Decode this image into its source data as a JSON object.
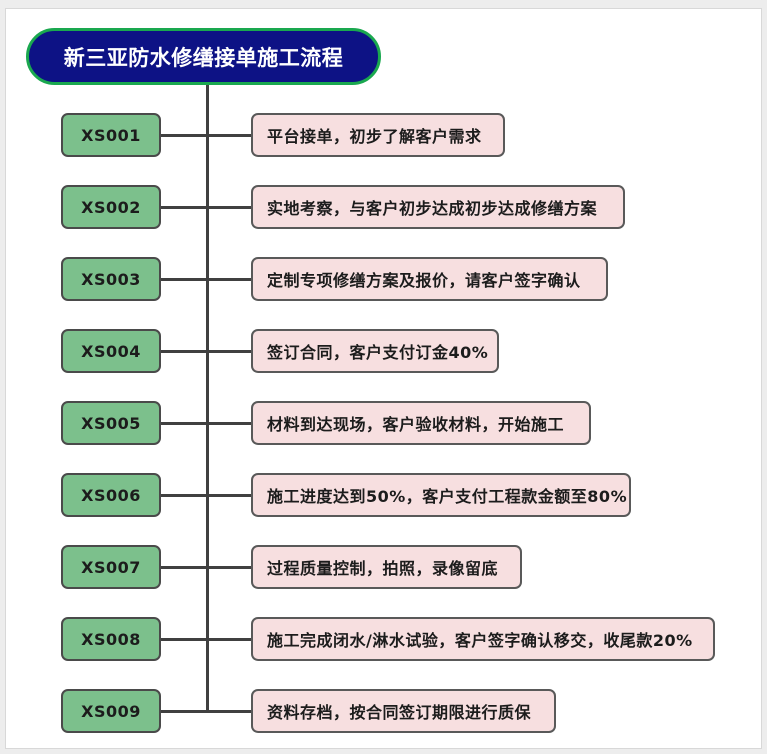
{
  "diagram": {
    "title": "新三亚防水修缮接单施工流程",
    "colors": {
      "title_fill": "#0d1285",
      "title_border": "#1aa84f",
      "title_text": "#ffffff",
      "code_fill": "#7cc08c",
      "code_border": "#4a4a4a",
      "desc_fill": "#f7dfe0",
      "desc_border": "#595959",
      "connector": "#404040",
      "canvas": "#ffffff"
    },
    "steps": [
      {
        "code": "XS001",
        "desc": "平台接单，初步了解客户需求"
      },
      {
        "code": "XS002",
        "desc": "实地考察，与客户初步达成初步达成修缮方案"
      },
      {
        "code": "XS003",
        "desc": "定制专项修缮方案及报价，请客户签字确认"
      },
      {
        "code": "XS004",
        "desc": "签订合同，客户支付订金40%"
      },
      {
        "code": "XS005",
        "desc": "材料到达现场，客户验收材料，开始施工"
      },
      {
        "code": "XS006",
        "desc": "施工进度达到50%，客户支付工程款金额至80%"
      },
      {
        "code": "XS007",
        "desc": "过程质量控制，拍照，录像留底"
      },
      {
        "code": "XS008",
        "desc": "施工完成闭水/淋水试验，客户签字确认移交，收尾款20%"
      },
      {
        "code": "XS009",
        "desc": "资料存档，按合同签订期限进行质保"
      }
    ]
  }
}
